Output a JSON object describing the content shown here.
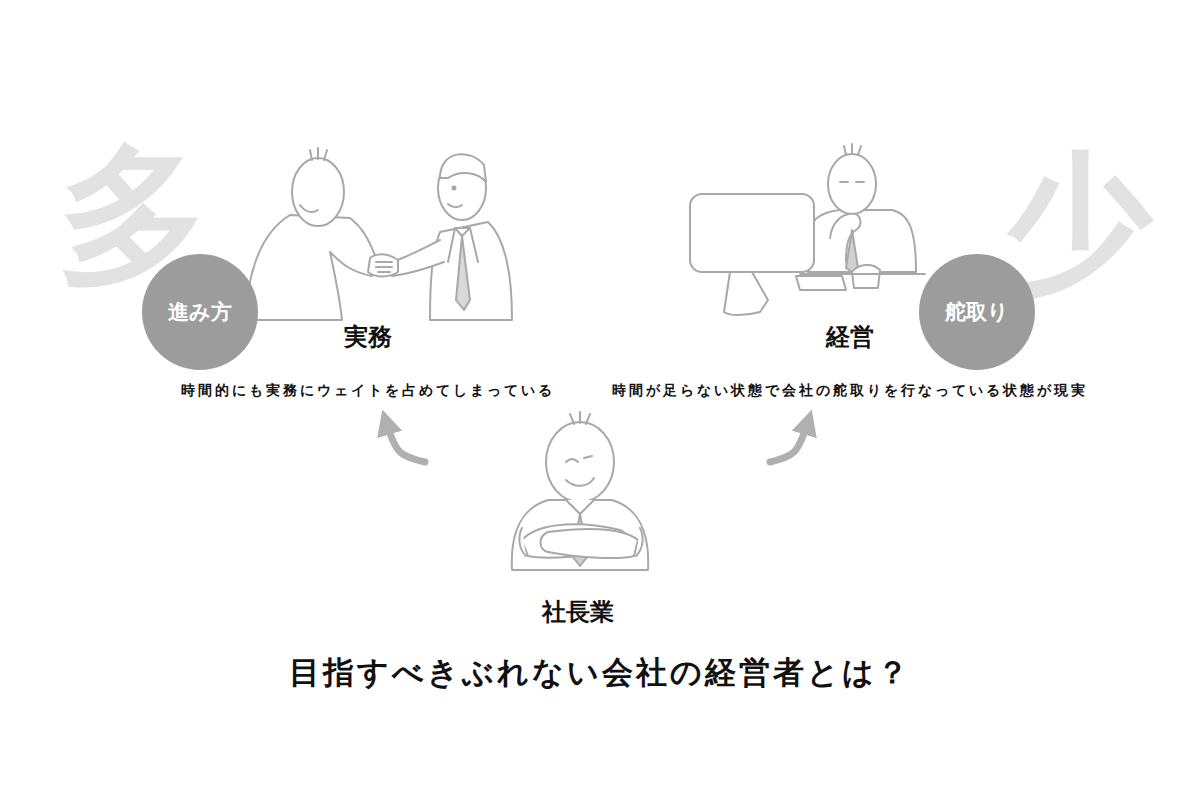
{
  "diagram": {
    "title": "目指すべきぶれない会社の経営者とは？",
    "nodes": [
      {
        "text": [
          "進み方"
        ]
      },
      {
        "text": [
          "実務",
          "時間的にも実務にウェイトを占めてしまっている"
        ]
      },
      {
        "text": [
          "経営",
          "時間が足らない状態で会社の舵取りを行なっている状態が現実"
        ]
      },
      {
        "text": [
          "舵取り"
        ]
      },
      {
        "text": [
          "社長業"
        ]
      }
    ],
    "edges": [
      {
        "from": 4,
        "to": 1,
        "arrow": "to"
      },
      {
        "from": 4,
        "to": 2,
        "arrow": "to"
      }
    ],
    "labels": [
      "多",
      "少"
    ]
  }
}
